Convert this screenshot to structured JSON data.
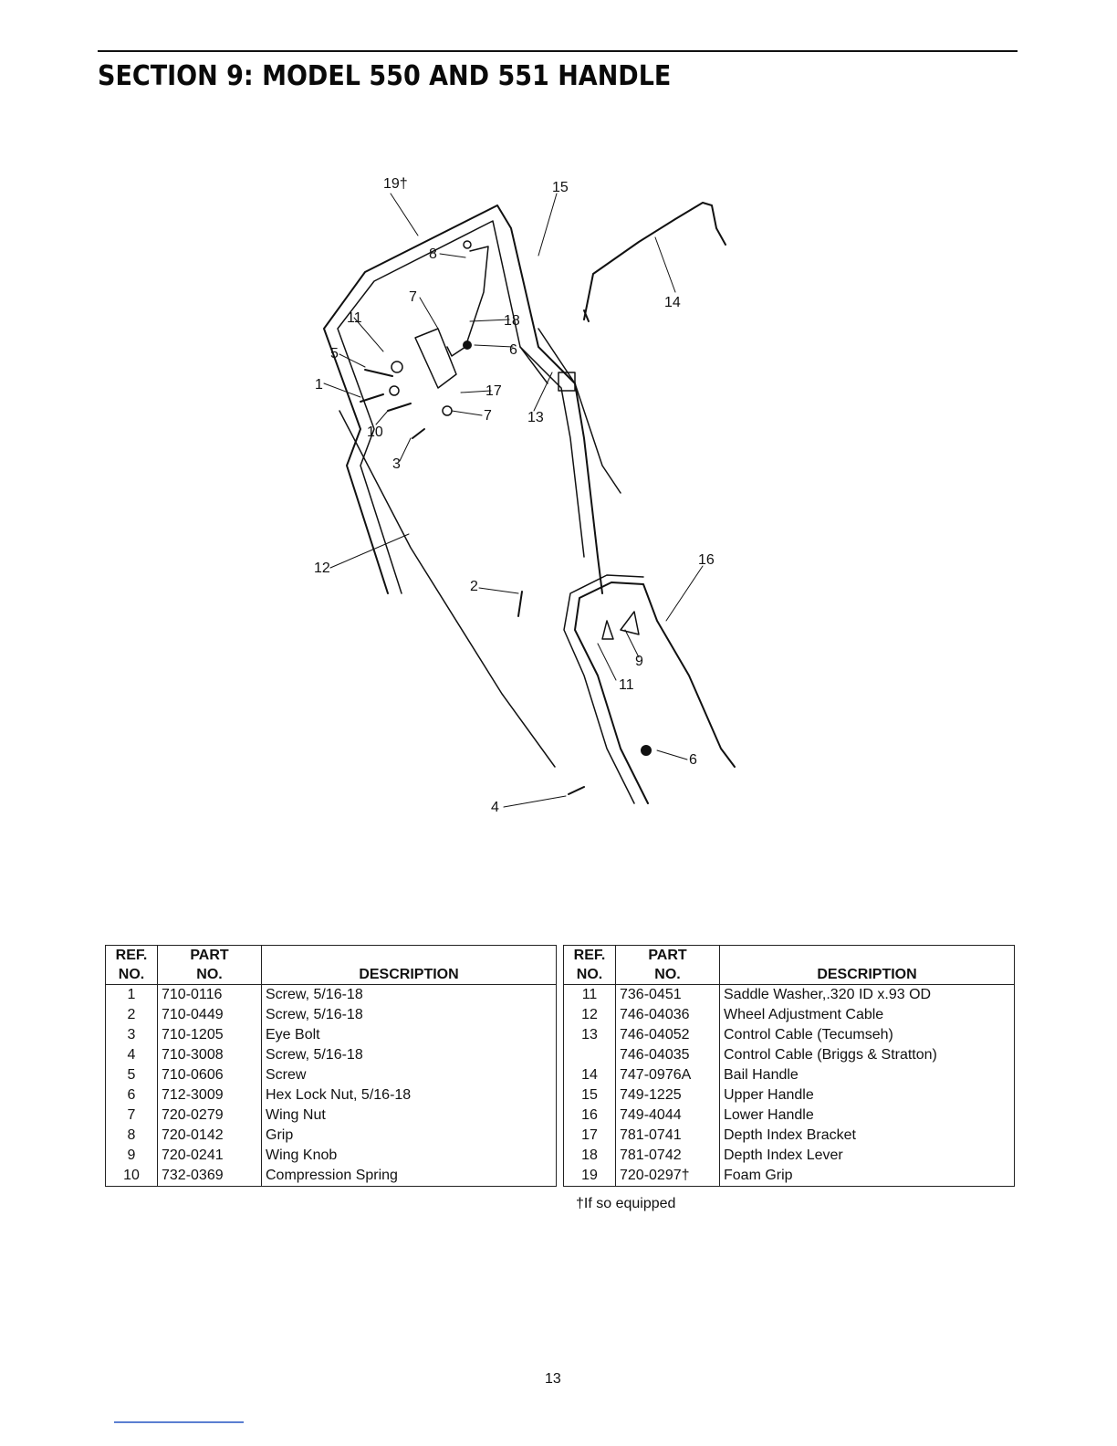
{
  "title": "SECTION 9:  MODEL 550 AND 551 HANDLE",
  "diagram": {
    "callouts": [
      "19†",
      "15",
      "14",
      "8",
      "7",
      "11",
      "18",
      "5",
      "6",
      "1",
      "17",
      "7",
      "13",
      "10",
      "3",
      "12",
      "16",
      "2",
      "9",
      "11",
      "6",
      "4"
    ]
  },
  "table": {
    "headers": {
      "ref": [
        "REF.",
        "NO."
      ],
      "part": [
        "PART",
        "NO."
      ],
      "desc": "DESCRIPTION"
    },
    "left_rows": [
      {
        "ref": "1",
        "part": "710-0116",
        "desc": "Screw, 5/16-18"
      },
      {
        "ref": "2",
        "part": "710-0449",
        "desc": "Screw, 5/16-18"
      },
      {
        "ref": "3",
        "part": "710-1205",
        "desc": "Eye Bolt"
      },
      {
        "ref": "4",
        "part": "710-3008",
        "desc": "Screw, 5/16-18"
      },
      {
        "ref": "5",
        "part": "710-0606",
        "desc": "Screw"
      },
      {
        "ref": "6",
        "part": "712-3009",
        "desc": "Hex Lock Nut, 5/16-18"
      },
      {
        "ref": "7",
        "part": "720-0279",
        "desc": "Wing Nut"
      },
      {
        "ref": "8",
        "part": "720-0142",
        "desc": "Grip"
      },
      {
        "ref": "9",
        "part": "720-0241",
        "desc": "Wing Knob"
      },
      {
        "ref": "10",
        "part": "732-0369",
        "desc": "Compression Spring"
      }
    ],
    "right_rows": [
      {
        "ref": "11",
        "part": "736-0451",
        "desc": "Saddle Washer,.320 ID x.93 OD"
      },
      {
        "ref": "12",
        "part": "746-04036",
        "desc": "Wheel Adjustment Cable"
      },
      {
        "ref": "13",
        "part": "746-04052",
        "desc": "Control Cable (Tecumseh)"
      },
      {
        "ref": "",
        "part": "746-04035",
        "desc": "Control Cable (Briggs & Stratton)"
      },
      {
        "ref": "14",
        "part": "747-0976A",
        "desc": "Bail Handle"
      },
      {
        "ref": "15",
        "part": "749-1225",
        "desc": "Upper Handle"
      },
      {
        "ref": "16",
        "part": "749-4044",
        "desc": "Lower Handle"
      },
      {
        "ref": "17",
        "part": "781-0741",
        "desc": "Depth Index Bracket"
      },
      {
        "ref": "18",
        "part": "781-0742",
        "desc": "Depth Index Lever"
      },
      {
        "ref": "19",
        "part": "720-0297†",
        "desc": "Foam Grip"
      }
    ]
  },
  "footnote": "†If so equipped",
  "page_number": "13"
}
